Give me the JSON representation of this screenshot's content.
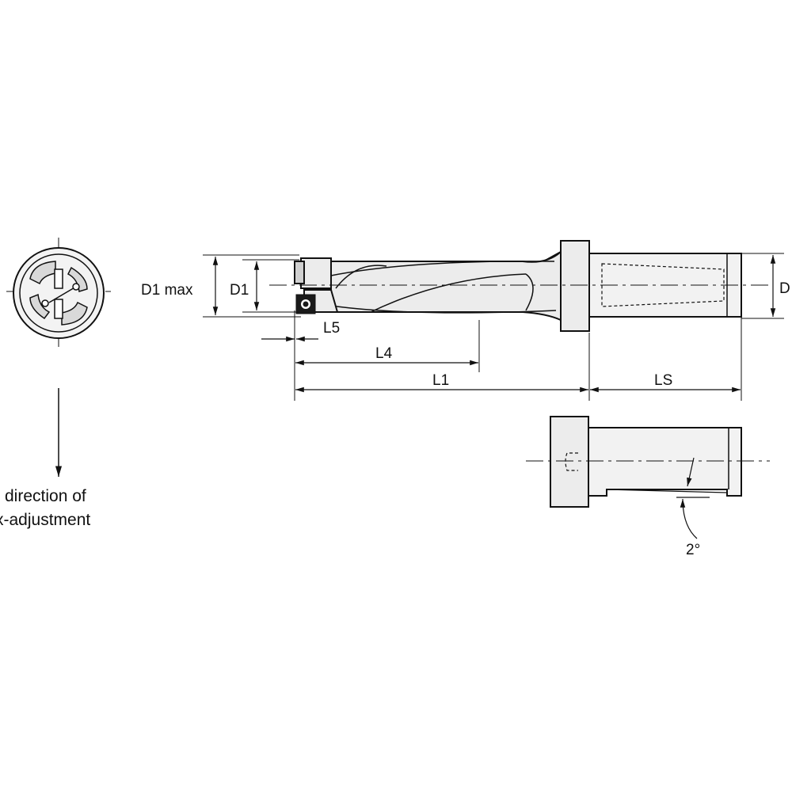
{
  "labels": {
    "d1_max": "D1 max",
    "d1": "D1",
    "d_shank": "D",
    "l5": "L5",
    "l4": "L4",
    "l1": "L1",
    "ls": "LS",
    "angle": "2°"
  },
  "note": {
    "line1": "direction of",
    "line2": "x-adjustment"
  },
  "colors": {
    "line": "#111111",
    "body_fill": "#ececec",
    "shank_fill": "#f2f2f2",
    "insert_fill": "#1a1a1a"
  }
}
